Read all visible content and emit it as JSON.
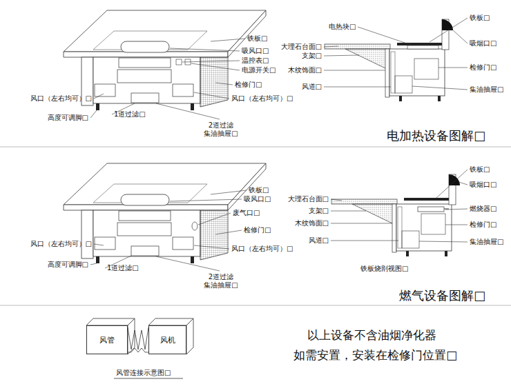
{
  "diagram": {
    "nodes": [
      {
        "text": [
          "风管"
        ]
      },
      {
        "text": [
          "风机"
        ]
      }
    ],
    "edges": [
      {
        "from": 0,
        "to": 1,
        "arrow": "none"
      }
    ],
    "labels": [
      "铁板□",
      "吸风口□",
      "温控表□",
      "电源开关□",
      "检修门□",
      "风口（左右均可）□",
      "风口（左右均可）□",
      "高度可调脚□",
      "1道过滤□",
      "2道过滤 集油抽屉□",
      "电热块□",
      "铁板□",
      "大理石台面□",
      "支架□",
      "吸烟口□",
      "木纹饰面□",
      "检修门□",
      "风道□",
      "集油抽屉□",
      "电加热设备图解□",
      "铁板□",
      "吸风口□",
      "废气口□",
      "检修门□",
      "风口（左右均可）□",
      "风口（左右均可）□",
      "高度可调脚□",
      "1道过滤□",
      "2道过滤 集油抽屉□",
      "铁板□",
      "大理石台面□",
      "吸烟口□",
      "支架□",
      "燃烧器□",
      "木纹饰面□",
      "检修门□",
      "风道□",
      "集油抽屉□",
      "铁板烧剖视图□",
      "燃气设备图解□",
      "风管连接示意图□",
      "以上设备不含油烟净化器",
      "如需安置，安装在检修门位置□"
    ]
  }
}
